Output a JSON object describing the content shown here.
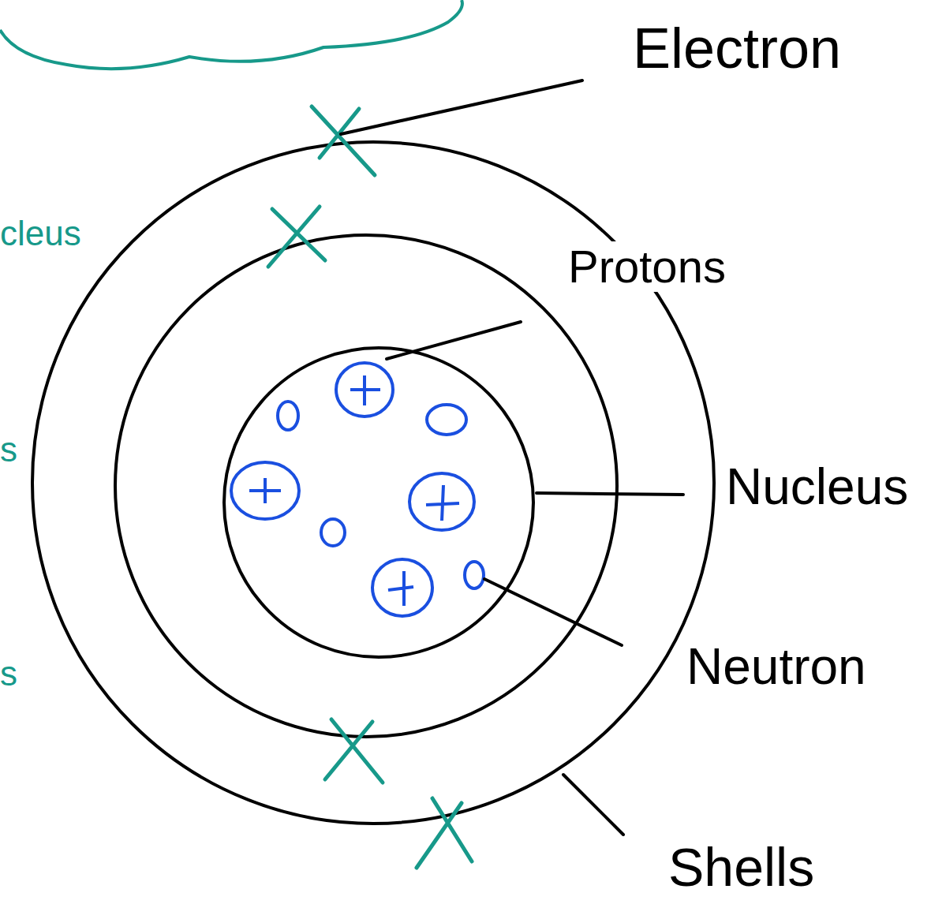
{
  "diagram": {
    "labels": [
      "Electron",
      "Protons",
      "Nucleus",
      "Neutron",
      "Shells",
      "cleus",
      "s",
      "s"
    ]
  }
}
